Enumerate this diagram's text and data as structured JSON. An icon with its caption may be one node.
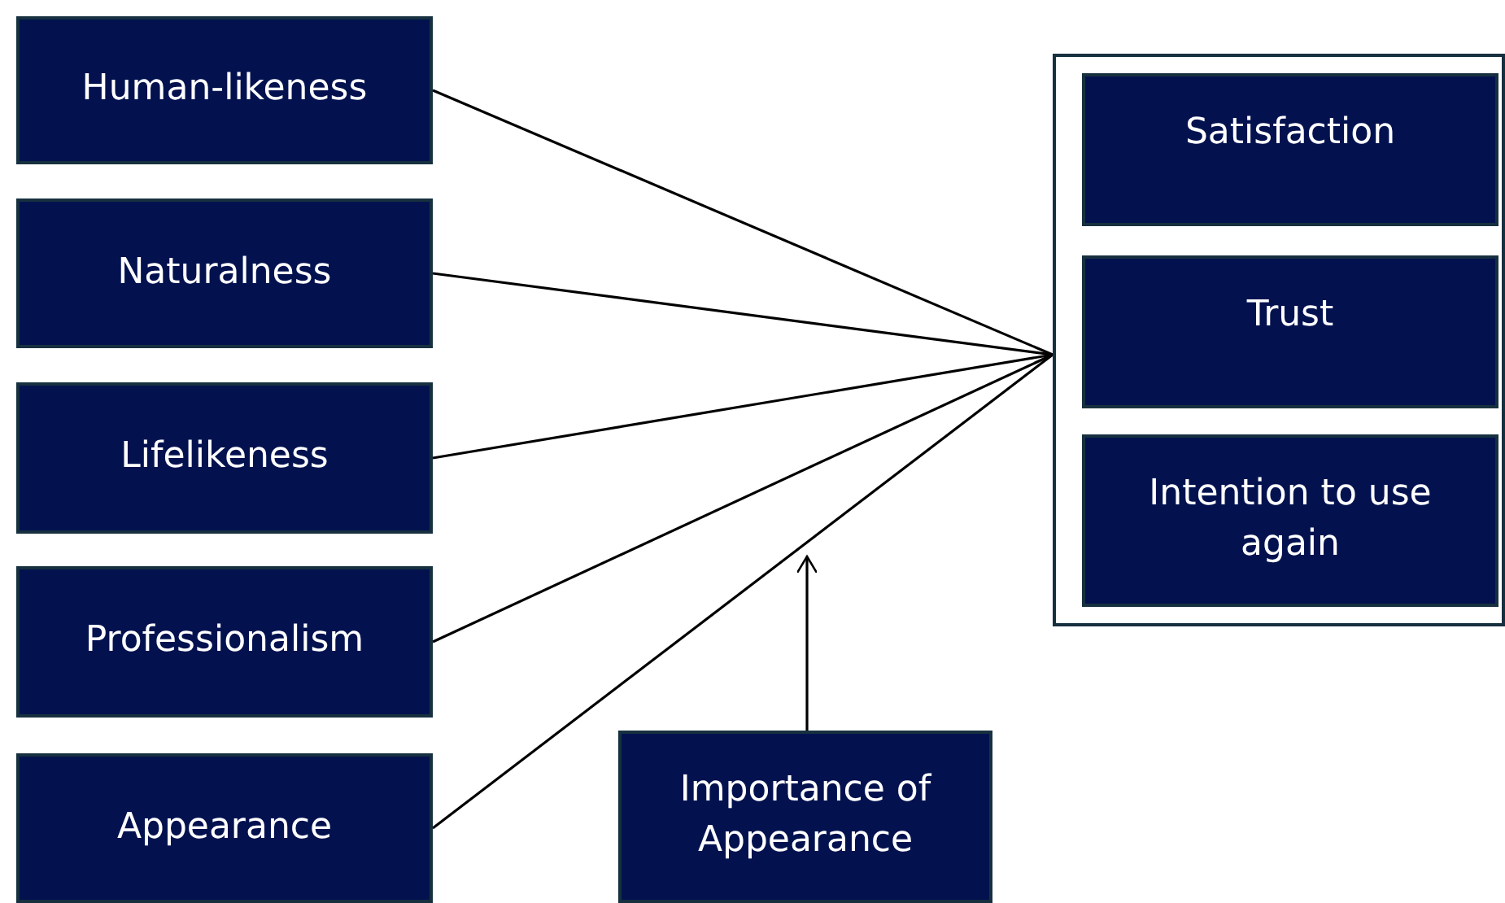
{
  "diagram": {
    "nodes": [
      {
        "text": [
          "Human-likeness"
        ]
      },
      {
        "text": [
          "Naturalness"
        ]
      },
      {
        "text": [
          "Lifelikeness"
        ]
      },
      {
        "text": [
          "Professionalism"
        ]
      },
      {
        "text": [
          "Appearance"
        ]
      },
      {
        "text": [],
        "shape": "box"
      },
      {
        "text": [
          "Satisfaction"
        ],
        "in": 5
      },
      {
        "text": [
          "Trust"
        ],
        "in": 5
      },
      {
        "text": [
          "Intention to use again"
        ],
        "in": 5
      },
      {
        "text": [
          "Importance of Appearance"
        ]
      }
    ],
    "edges": [
      {
        "from": 0,
        "to": 5,
        "arrow": "none"
      },
      {
        "from": 1,
        "to": 5,
        "arrow": "none"
      },
      {
        "from": 2,
        "to": 5,
        "arrow": "none"
      },
      {
        "from": 3,
        "to": 5,
        "arrow": "none"
      },
      {
        "from": 4,
        "to": 5,
        "arrow": "none"
      },
      {
        "from": 9,
        "to": null,
        "arrow": "to"
      }
    ]
  }
}
